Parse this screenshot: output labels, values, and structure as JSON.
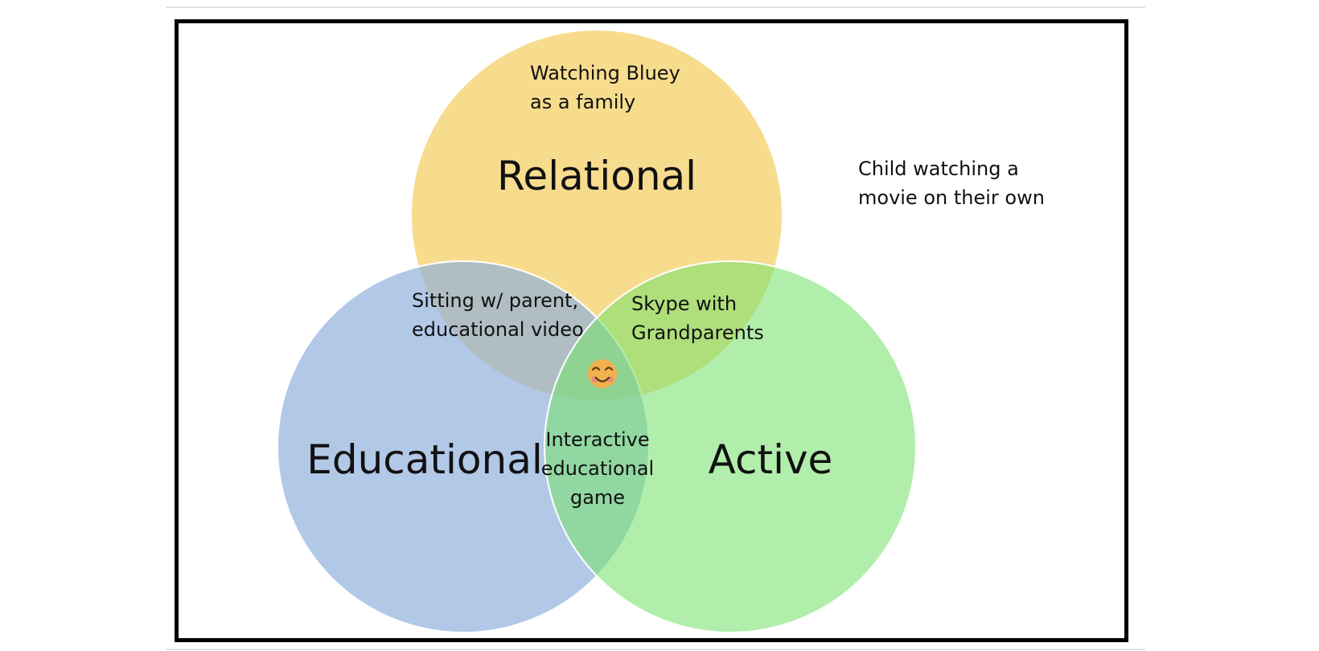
{
  "circles": [
    {
      "id": "relational",
      "label": "Relational",
      "color": "#f4cf62"
    },
    {
      "id": "educational",
      "label": "Educational",
      "color": "#8eaedb"
    },
    {
      "id": "active",
      "label": "Active",
      "color": "#79e16e"
    }
  ],
  "annotations": {
    "relational_only": [
      "Watching Bluey",
      "as a family"
    ],
    "outside": [
      "Child watching a",
      "movie on their own"
    ],
    "relational_educational": [
      "Sitting w/ parent,",
      "educational video"
    ],
    "relational_active": [
      "Skype with",
      "Grandparents"
    ],
    "educational_active": [
      "Interactive",
      "educational",
      "game"
    ],
    "center_icon": "smiling-face-emoji"
  },
  "colors": {
    "border": "#000000",
    "outline": "#ffffff",
    "emoji_face": "#f1b24e",
    "emoji_cheek": "#e8857a"
  }
}
